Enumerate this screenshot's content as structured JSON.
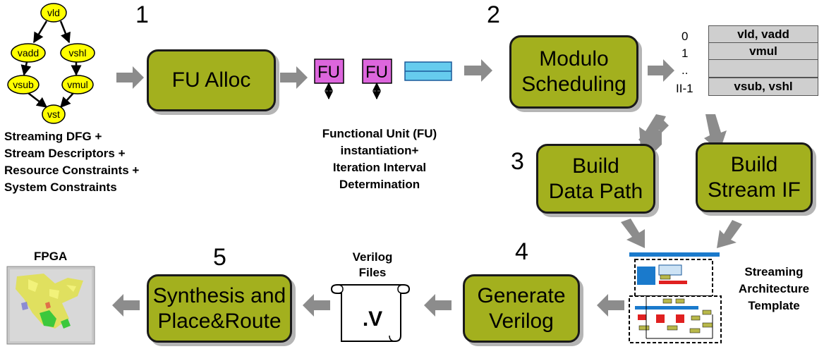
{
  "steps": [
    "1",
    "2",
    "3",
    "4",
    "5"
  ],
  "dfg": {
    "nodes": [
      "vld",
      "vadd",
      "vshl",
      "vsub",
      "vmul",
      "vst"
    ],
    "caption": [
      "Streaming DFG +",
      "Stream Descriptors +",
      "Resource Constraints +",
      "System Constraints"
    ]
  },
  "boxes": {
    "fu_alloc": "FU Alloc",
    "modulo": "Modulo\nScheduling",
    "data_path": "Build\nData Path",
    "stream_if": "Build\nStream IF",
    "verilog": "Generate\nVerilog",
    "synthesis": "Synthesis and\nPlace&Route"
  },
  "fu": {
    "labels": [
      "FU",
      "FU"
    ],
    "caption": [
      "Functional Unit (FU)",
      "instantiation+",
      "Iteration Interval",
      "Determination"
    ]
  },
  "schedule": {
    "indices": [
      "0",
      "1",
      "..",
      "II-1"
    ],
    "rows": [
      "vld, vadd",
      "vmul",
      "",
      "vsub, vshl"
    ]
  },
  "template_caption": [
    "Streaming",
    "Architecture",
    "Template"
  ],
  "verilog_files": {
    "title": [
      "Verilog",
      "Files"
    ],
    "ext": ".V"
  },
  "fpga_title": "FPGA",
  "colors": {
    "box": "#a3b01e",
    "node": "#ffff00",
    "fu": "#dd66dd",
    "arrow": "#8c8c8c",
    "stream": "#66ccee"
  }
}
